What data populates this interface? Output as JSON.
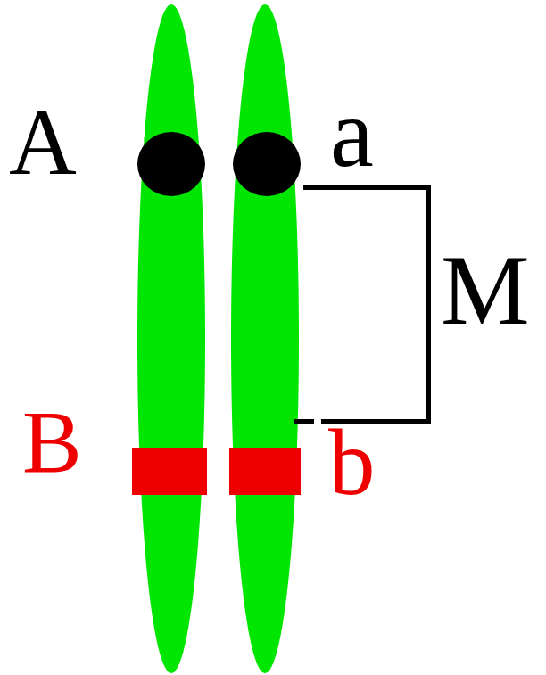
{
  "diagram": {
    "labels": [
      "A",
      "a",
      "M",
      "B",
      "b"
    ]
  }
}
